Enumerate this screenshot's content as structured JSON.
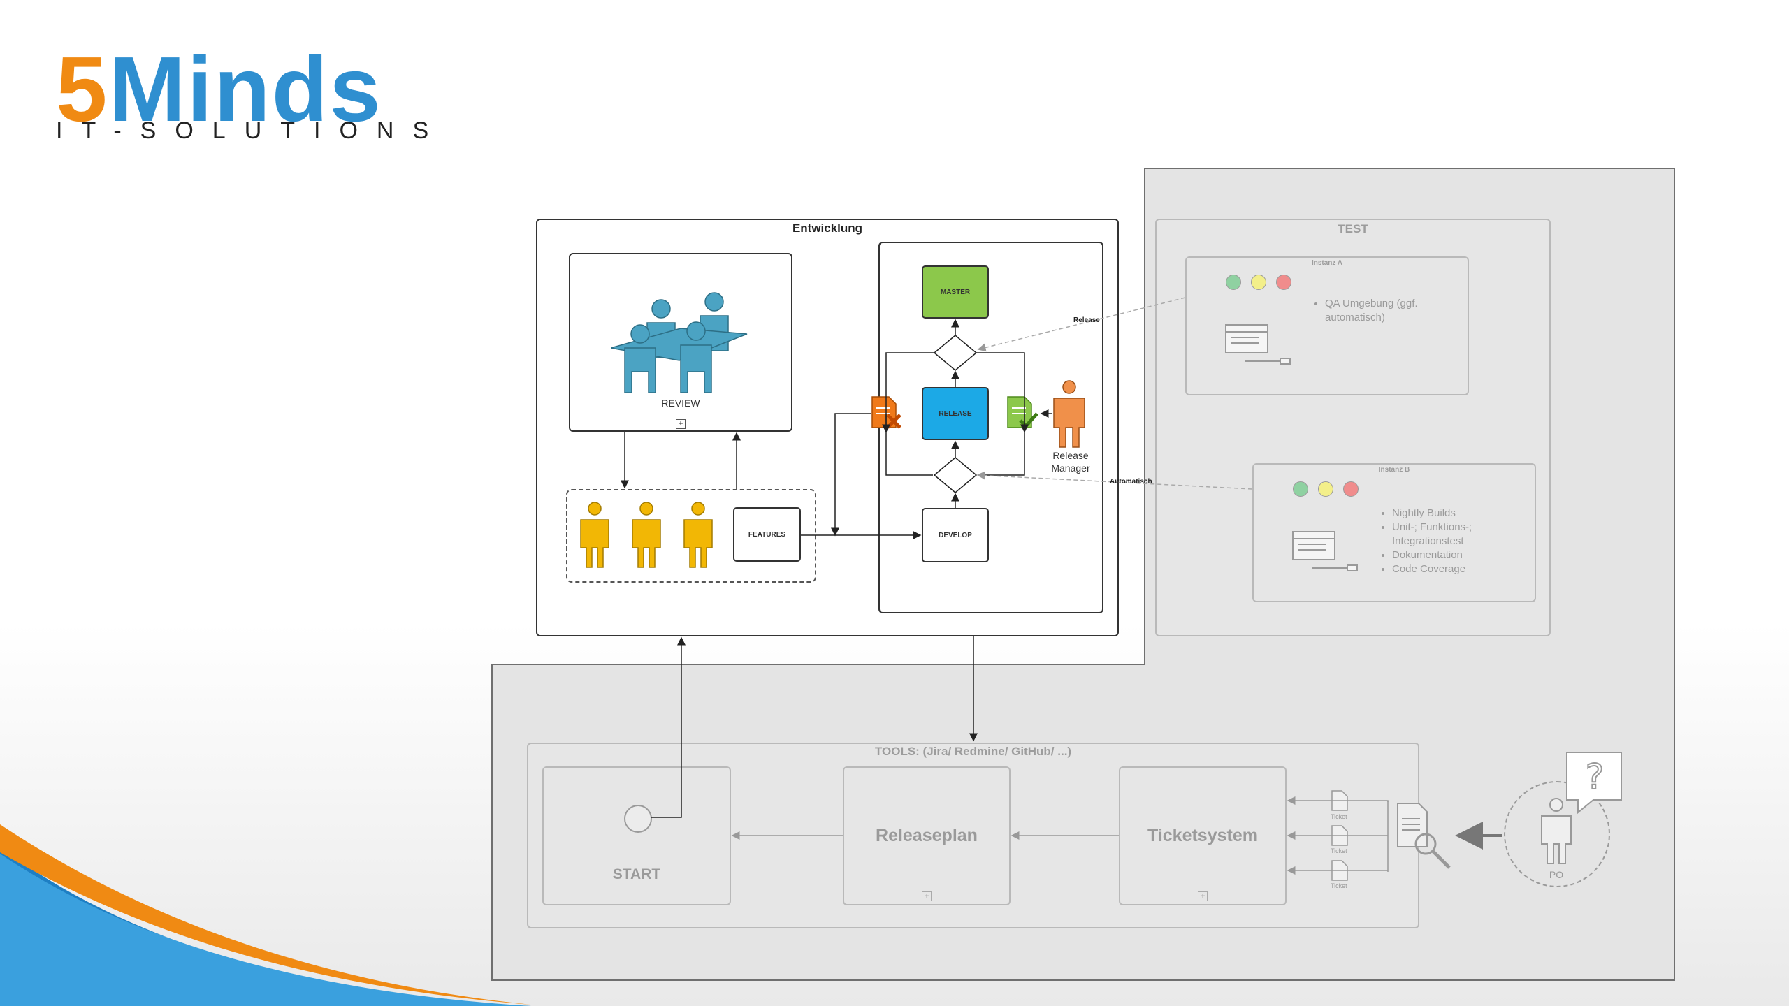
{
  "logo": {
    "main_five": "5",
    "main_rest": "Minds",
    "sub": "IT-SOLUTIONS"
  },
  "entwicklung": {
    "title": "Entwicklung",
    "review_label": "REVIEW",
    "features_label": "FEATURES",
    "master_label": "MASTER",
    "release_label": "RELEASE",
    "develop_label": "DEVELOP",
    "release_manager_label": "Release Manager"
  },
  "edges": {
    "release": "Release",
    "automatisch": "Automatisch"
  },
  "test": {
    "title": "TEST",
    "instance_a": {
      "title": "Instanz A",
      "items": [
        "QA Umgebung (ggf. automatisch)"
      ]
    },
    "instance_b": {
      "title": "Instanz B",
      "items": [
        "Nightly Builds",
        "Unit-; Funktions-; Integrationstest",
        "Dokumentation",
        "Code Coverage"
      ]
    }
  },
  "tools": {
    "title": "TOOLS: (Jira/ Redmine/ GitHub/ ...)",
    "start_label": "START",
    "releaseplan_label": "Releaseplan",
    "ticketsystem_label": "Ticketsystem",
    "ticket_label": "Ticket",
    "po_label": "PO"
  },
  "colors": {
    "master": "#8cc84b",
    "release": "#1ca9e6",
    "developer": "#f2b705",
    "team": "#4ba3c3",
    "manager": "#f0904a",
    "dot_green": "#8fd1a1",
    "dot_yellow": "#f3ef8a",
    "dot_red": "#f08c8c"
  }
}
